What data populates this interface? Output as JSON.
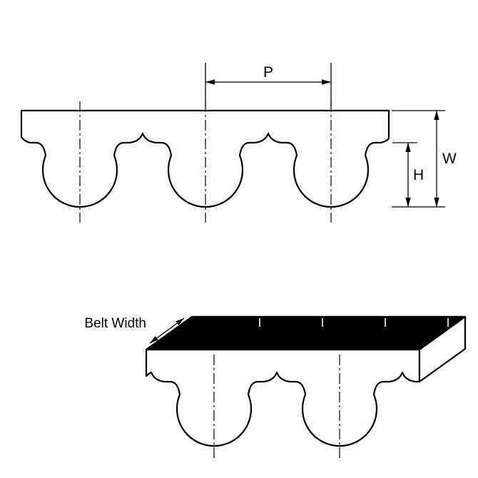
{
  "diagram": {
    "labels": {
      "pitch": "P",
      "belt_thickness": "W",
      "tooth_height": "H",
      "belt_width": "Belt Width"
    },
    "colors": {
      "line": "#000000",
      "top_face": "#000000",
      "background": "#ffffff"
    }
  }
}
